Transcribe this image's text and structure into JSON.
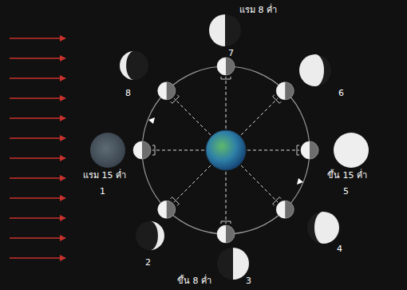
{
  "diagram": {
    "labels": [
      "แรม 8 ค่ำ",
      "7",
      "8",
      "6",
      "แรม 15 ค่ำ",
      "1",
      "ขึ้น 15 ค่ำ",
      "5",
      "2",
      "4",
      "ขึ้น 8 ค่ำ",
      "3"
    ]
  }
}
